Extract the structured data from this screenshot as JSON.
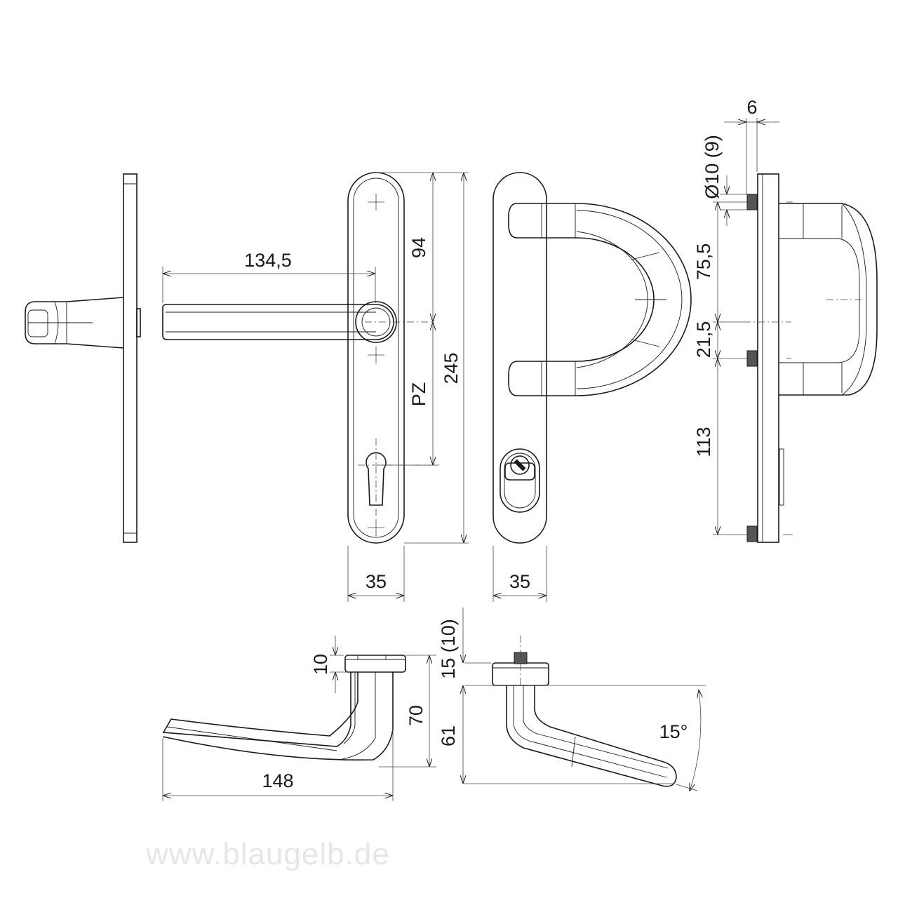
{
  "dimensions": {
    "d_6": "6",
    "d_phi10": "Ø10 (9)",
    "d_134_5": "134,5",
    "d_94": "94",
    "d_245": "245",
    "d_pz": "PZ",
    "d_35_front": "35",
    "d_35_back": "35",
    "d_75_5": "75,5",
    "d_21_5": "21,5",
    "d_113": "113",
    "d_10": "10",
    "d_70": "70",
    "d_15_10": "15 (10)",
    "d_61": "61",
    "d_148": "148",
    "d_15deg": "15°"
  },
  "watermark": "www.blaugelb.de"
}
